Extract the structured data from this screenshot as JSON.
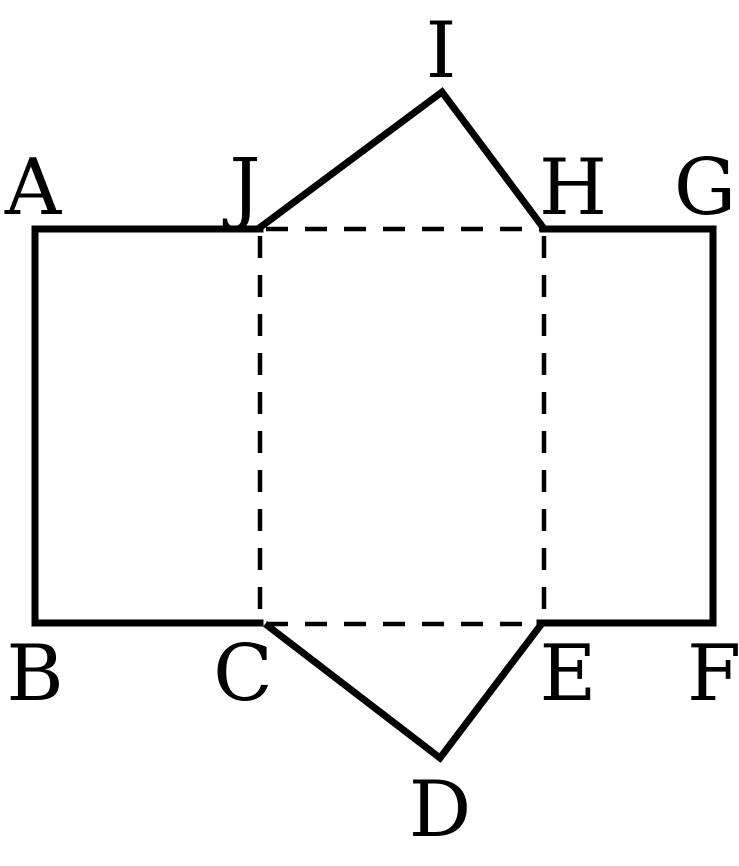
{
  "diagram": {
    "vertex_labels": {
      "A": "A",
      "B": "B",
      "C": "C",
      "D": "D",
      "E": "E",
      "F": "F",
      "G": "G",
      "H": "H",
      "I": "I",
      "J": "J"
    }
  }
}
